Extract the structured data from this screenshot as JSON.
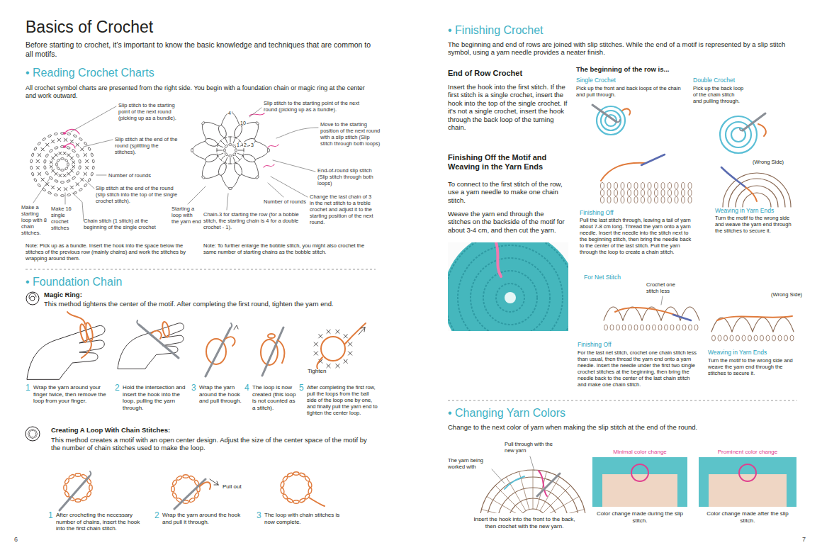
{
  "diagram": {
    "title": "Basics of Crochet",
    "labels": [
      "Before starting to crochet, it's important to know the basic knowledge and techniques that are common to all motifs.",
      "• Reading Crochet Charts",
      "All crochet symbol charts are presented from the right side. You begin with a foundation chain or magic ring at the center and work outward.",
      "Slip stitch to the starting point of the next round (picking up as a bundle).",
      "Slip stitch at the end of the round (splitting the stitches).",
      "Number of rounds",
      "Slip stitch at the end of the round (slip stitch into the top of the single crochet stitch).",
      "Make a starting loop with 8 chain stitches.",
      "Make 16 single crochet stitches",
      "Chain stitch (1 stitch) at the beginning of the single crochet",
      "Slip stitch to the starting point of the next round (picking up as a bundle).",
      "Move to the starting position of the next round with a slip stitch (Slip stitch through both loops)",
      "End-of-round slip stitch (Slip stitch through both loops)",
      "Change the last chain of 3 in the net stitch to a treble crochet and adjust it to the starting position of the next round.",
      "Number of rounds",
      "Starting a loop with the yarn end",
      "Chain-3 for starting the row (for a bobble stitch, the starting chain is 4 for a double crochet - 1).",
      "4",
      "10",
      "1",
      "2",
      "3",
      "Note: Pick up as a bundle. Insert the hook into the space below the stitches of the previous row (mainly chains) and work the stitches by wrapping around them.",
      "Note: To further enlarge the bobble stitch, you might also crochet the same number of starting chains as the bobble stitch.",
      "• Foundation Chain",
      "Magic Ring:",
      "This method tightens the center of the motif. After completing the first round, tighten the yarn end.",
      "1",
      "Wrap the yarn around your finger twice, then remove the loop from your finger.",
      "2",
      "Hold the intersection and insert the hook into the loop, pulling the yarn through.",
      "3",
      "Wrap the yarn around the hook and pull through.",
      "4",
      "The loop is now created (this loop is not counted as a stitch).",
      "5",
      "After completing the first row, pull the loops from the ball side of the loop one by one, and finally pull the yarn end to tighten the center loop.",
      "Tighten",
      "Creating A Loop With Chain Stitches:",
      "This method creates a motif with an open center design. Adjust the size of the center space of the motif by the number of chain stitches used to make the loop.",
      "1",
      "After crocheting the necessary number of chains, insert the hook into the first chain stitch.",
      "2",
      "Wrap the yarn around the hook and pull it through.",
      "Pull out",
      "3",
      "The loop with chain stitches is now complete.",
      "6",
      "• Finishing Crochet",
      "The beginning and end of rows are joined with slip stitches. While the end of a motif is represented by a slip stitch symbol, using a yarn needle provides a neater finish.",
      "End of Row Crochet",
      "Insert the hook into the first stitch. If the first stitch is a single crochet, insert the hook into the top of the single crochet. If it's not a single crochet, insert the hook through the back loop of the turning chain.",
      "The beginning of the row is...",
      "Single Crochet",
      "Pick up the front and back loops of the chain and pull through.",
      "Double Crochet",
      "Pick up the back loop of the chain stitch and pulling through.",
      "Finishing Off the Motif and Weaving in the Yarn Ends",
      "To connect to the first stitch of the row, use a yarn needle to make one chain stitch.",
      "Weave the yarn end through the stitches on the backside of the motif for about 3-4 cm, and then cut the yarn.",
      "(Wrong Side)",
      "Finishing Off",
      "Pull the last stitch through, leaving a tail of yarn about 7-8 cm long. Thread the yarn onto a yarn needle. Insert the needle into the stitch next to the beginning stitch, then bring the needle back to the center of the last stitch. Pull the yarn through the loop to create a chain stitch.",
      "Weaving in Yarn Ends",
      "Turn the motif to the wrong side and weave the yarn end through the stitches to secure it.",
      "For Net Stitch",
      "Crochet one stitch less",
      "(Wrong Side)",
      "Finishing Off",
      "For the last net stitch, crochet one chain stitch less than usual, then thread the yarn end onto a yarn needle. Insert the needle under the first two single crochet stitches at the beginning, then bring the needle back to the center of the last chain stitch and make one chain stitch.",
      "Weaving in Yarn Ends",
      "Turn the motif to the wrong side and weave the yarn end through the stitches to secure it.",
      "• Changing Yarn Colors",
      "Change to the next color of yarn when making the slip stitch at the end of the round.",
      "Pull through with the new yarn",
      "The yarn being worked with",
      "Insert the hook into the front to the back, then crochet with the new yarn.",
      "Minimal color change",
      "Prominent color change",
      "Color change made during the slip stitch.",
      "Color change made after the slip stitch.",
      "7"
    ]
  }
}
